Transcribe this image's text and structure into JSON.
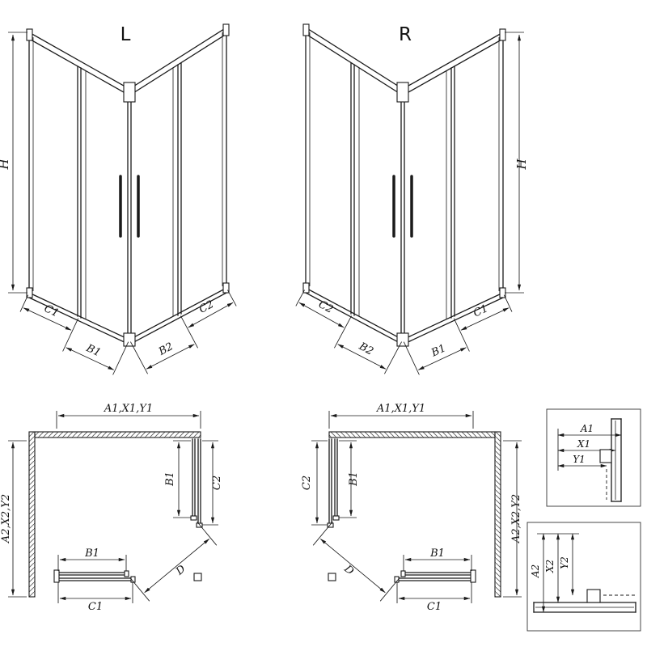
{
  "drawing": {
    "variant_left_label": "L",
    "variant_right_label": "R",
    "dim_height": "H",
    "dim_c1": "C1",
    "dim_c2": "C2",
    "dim_b1": "B1",
    "dim_b2": "B2",
    "dim_d": "D",
    "dim_a1_group": "A1,X1,Y1",
    "dim_a2_group": "A2,X2,Y2",
    "detail_a1": "A1",
    "detail_x1": "X1",
    "detail_y1": "Y1",
    "detail_a2": "A2",
    "detail_x2": "X2",
    "detail_y2": "Y2"
  },
  "colors": {
    "line": "#1a1a1a",
    "background": "#ffffff"
  }
}
